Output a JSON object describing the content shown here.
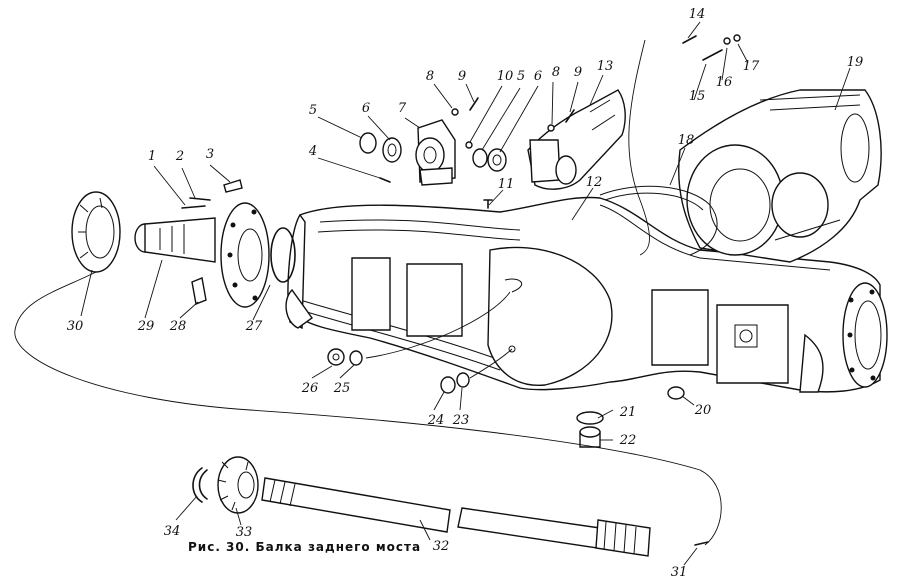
{
  "caption": "Рис. 30. Балка заднего моста",
  "callouts": [
    "1",
    "2",
    "3",
    "4",
    "5",
    "6",
    "7",
    "8",
    "9",
    "10",
    "5",
    "6",
    "8",
    "9",
    "13",
    "14",
    "15",
    "16",
    "17",
    "18",
    "19",
    "12",
    "11",
    "30",
    "29",
    "28",
    "27",
    "26",
    "25",
    "24",
    "23",
    "21",
    "22",
    "20",
    "34",
    "33",
    "32",
    "31"
  ]
}
